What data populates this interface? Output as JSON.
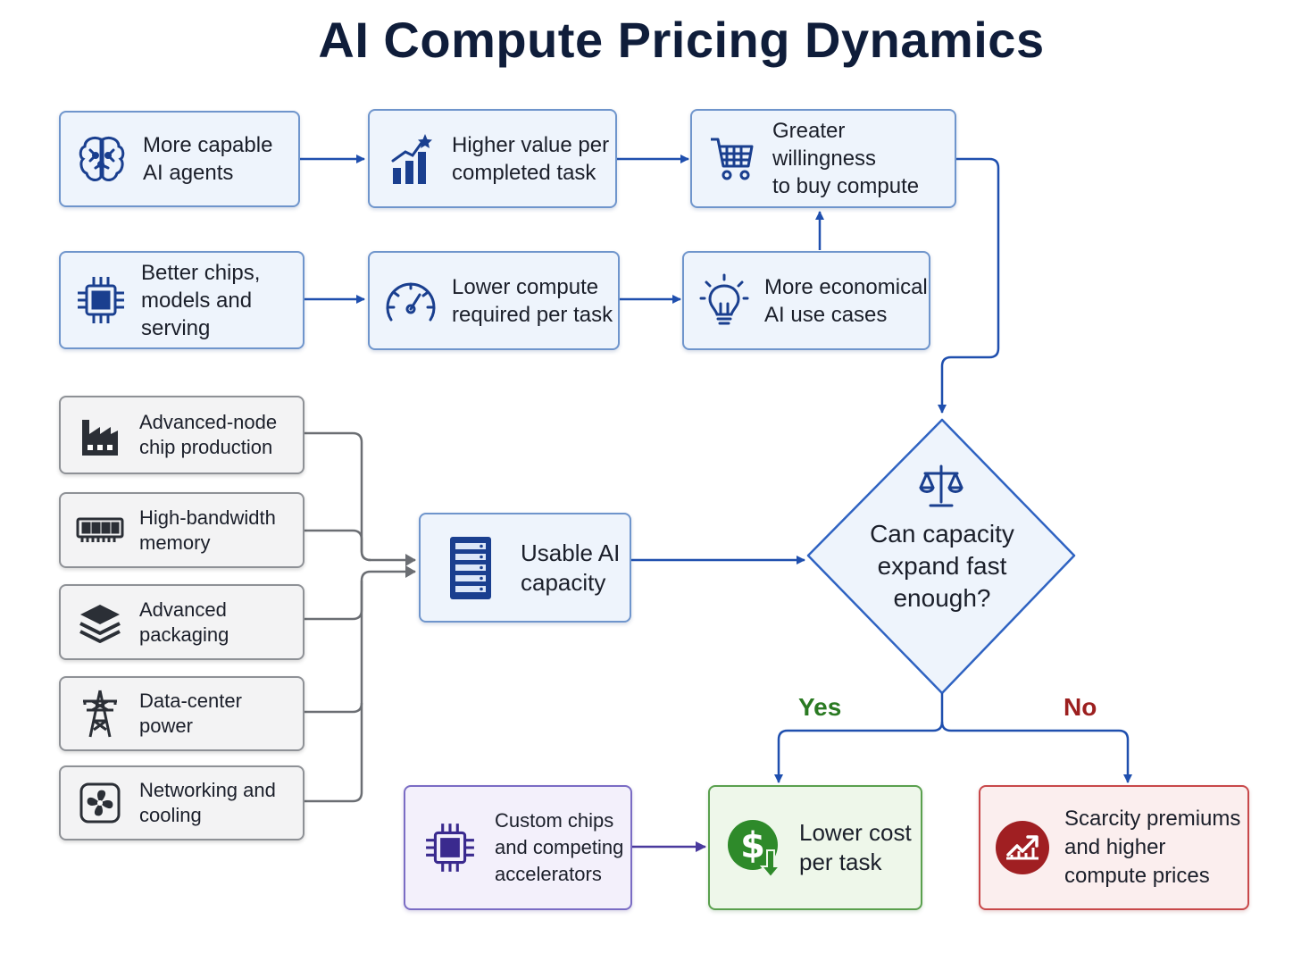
{
  "title": "AI Compute Pricing Dynamics",
  "nodes": {
    "capable_agents": {
      "label": "More capable\nAI agents",
      "icon": "brain-icon"
    },
    "higher_value": {
      "label": "Higher value per\ncompleted task",
      "icon": "bar-chart-star-icon"
    },
    "willingness": {
      "label": "Greater willingness\nto buy compute",
      "icon": "shopping-cart-icon"
    },
    "better_chips": {
      "label": "Better chips,\nmodels and serving",
      "icon": "chip-icon"
    },
    "lower_compute": {
      "label": "Lower compute\nrequired per task",
      "icon": "speedometer-icon"
    },
    "economical": {
      "label": "More economical\nAI use cases",
      "icon": "lightbulb-icon"
    },
    "advanced_node": {
      "label": "Advanced-node\nchip production",
      "icon": "factory-icon"
    },
    "hbm": {
      "label": "High-bandwidth\nmemory",
      "icon": "memory-module-icon"
    },
    "packaging": {
      "label": "Advanced\npackaging",
      "icon": "layers-icon"
    },
    "power": {
      "label": "Data-center\npower",
      "icon": "power-tower-icon"
    },
    "networking": {
      "label": "Networking and\ncooling",
      "icon": "fan-icon"
    },
    "usable_capacity": {
      "label": "Usable AI\ncapacity",
      "icon": "server-icon"
    },
    "decision": {
      "label": "Can capacity\nexpand fast\nenough?",
      "icon": "scales-icon"
    },
    "custom_chips": {
      "label": "Custom chips\nand competing\naccelerators",
      "icon": "chip-icon"
    },
    "lower_cost": {
      "label": "Lower cost\nper task",
      "icon": "dollar-down-icon"
    },
    "scarcity": {
      "label": "Scarcity premiums\nand higher\ncompute prices",
      "icon": "trend-up-icon"
    }
  },
  "branches": {
    "yes": "Yes",
    "no": "No"
  },
  "colors": {
    "blue_arrow": "#1f4fae",
    "gray_arrow": "#6b6e73",
    "purple_arrow": "#4a3a9e",
    "icon_navy": "#1a3f8f",
    "yes_green": "#2a7a22",
    "no_red": "#9c1f1f"
  }
}
